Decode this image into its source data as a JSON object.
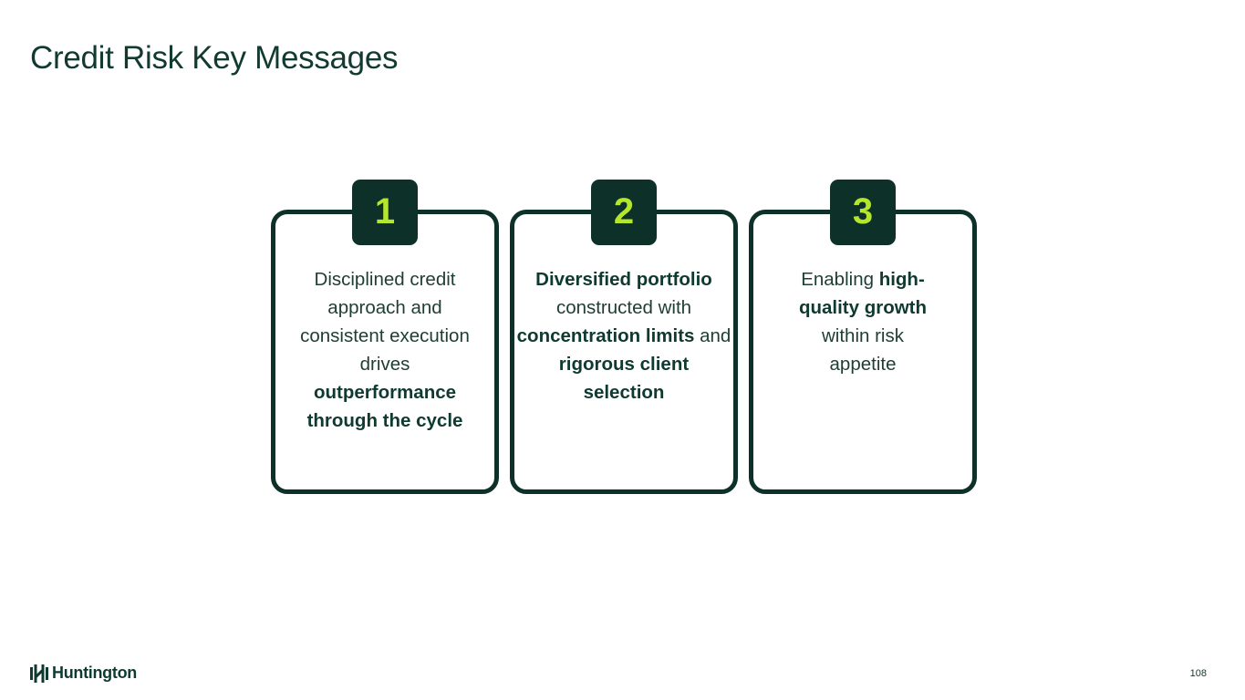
{
  "title": "Credit Risk Key Messages",
  "colors": {
    "dark": "#0d3028",
    "accent": "#b4e62d"
  },
  "cards": [
    {
      "number": "1",
      "segments": [
        {
          "text": "Disciplined credit approach and consistent execution drives ",
          "bold": false
        },
        {
          "text": "outperformance through the cycle",
          "bold": true
        }
      ]
    },
    {
      "number": "2",
      "segments": [
        {
          "text": "Diversified portfolio",
          "bold": true
        },
        {
          "text": " constructed with ",
          "bold": false
        },
        {
          "text": "concentration limits",
          "bold": true
        },
        {
          "text": " and ",
          "bold": false
        },
        {
          "text": "rigorous client selection",
          "bold": true
        }
      ]
    },
    {
      "number": "3",
      "segments": [
        {
          "text": "Enabling ",
          "bold": false
        },
        {
          "text": "high-quality growth",
          "bold": true
        },
        {
          "text": " within risk appetite",
          "bold": false
        }
      ]
    }
  ],
  "footer": {
    "logo_text": "Huntington",
    "page_number": "108"
  }
}
